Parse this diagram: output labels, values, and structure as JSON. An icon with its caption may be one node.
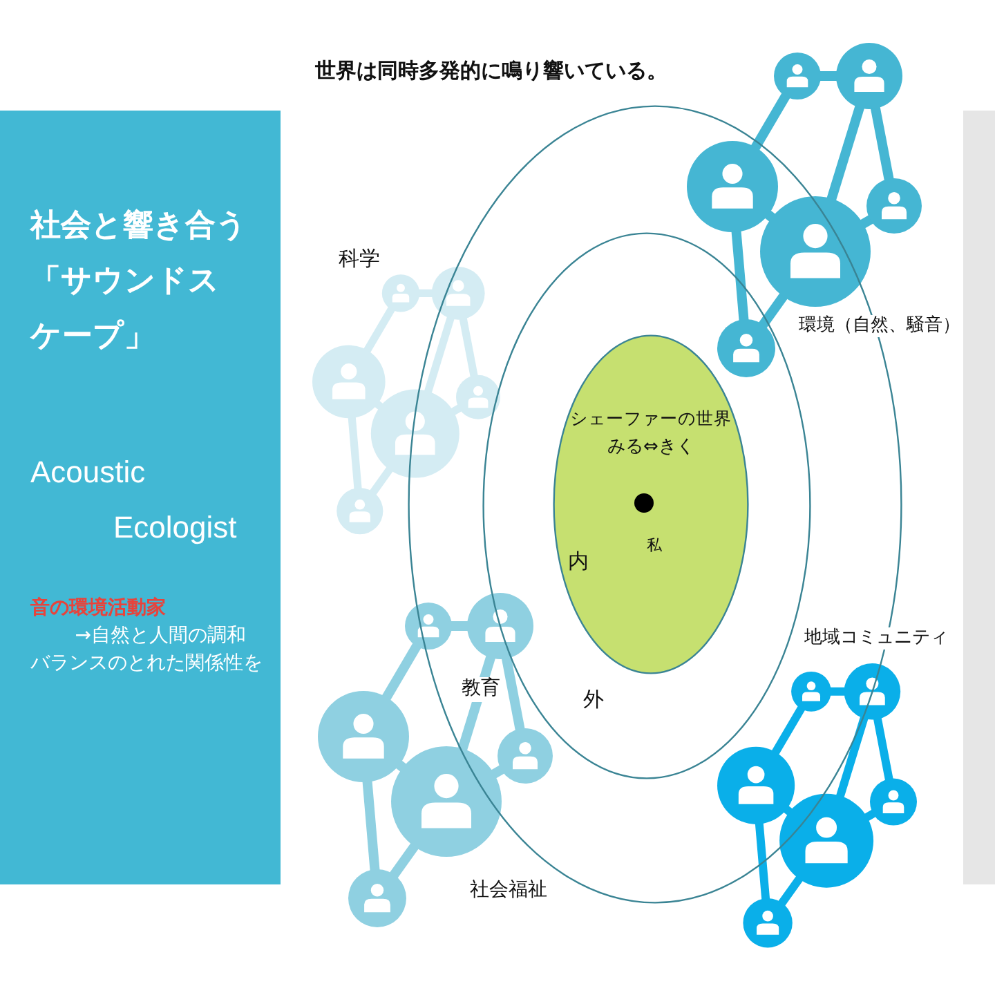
{
  "diagram": {
    "title": "世界は同時多発的に鳴り響いている。",
    "nodes": [
      {
        "text": [
          "社会と響き合う「サウンドスケープ」",
          "Acoustic Ecologist",
          "音の環境活動家",
          "→自然と人間の調和バランスのとれた関係性を"
        ]
      },
      {
        "text": [],
        "shape": "ellipse"
      },
      {
        "text": [
          "外"
        ],
        "in": 1
      },
      {
        "text": [
          "シェーファーの世界",
          "みる⇔きく",
          "私",
          "内"
        ],
        "in": 2
      },
      {
        "text": [],
        "shape": "box"
      }
    ],
    "labels": [
      "科学",
      "環境（自然、騒音）",
      "地域コミュニティ",
      "教育",
      "社会福祉"
    ]
  }
}
